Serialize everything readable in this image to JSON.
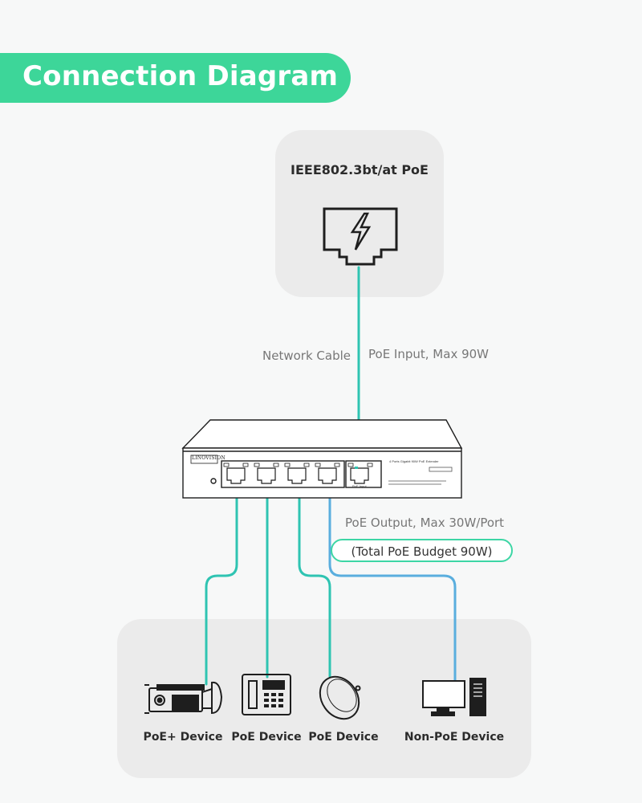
{
  "header": {
    "title": "Connection Diagram"
  },
  "source": {
    "title": "IEEE802.3bt/at PoE",
    "icon": "poe-power-port-icon"
  },
  "labels": {
    "network_cable": "Network Cable",
    "poe_input": "PoE Input, Max 90W",
    "poe_output": "PoE Output, Max 30W/Port",
    "poe_budget": "(Total PoE Budget 90W)"
  },
  "switch": {
    "brand": "LINOVISION",
    "model_text": "4 Ports Gigabit 90W PoE Extender",
    "uplink_label": "PoE Input"
  },
  "devices": [
    {
      "label": "PoE+ Device",
      "icon": "bullet-camera-icon"
    },
    {
      "label": "PoE Device",
      "icon": "ip-phone-icon"
    },
    {
      "label": "PoE Device",
      "icon": "access-point-icon"
    },
    {
      "label": "Non-PoE Device",
      "icon": "desktop-computer-icon"
    }
  ],
  "colors": {
    "accent_green": "#3dd699",
    "cable_teal": "#2fc4b2",
    "cable_blue": "#5aaede",
    "panel_gray": "#ebebeb"
  }
}
